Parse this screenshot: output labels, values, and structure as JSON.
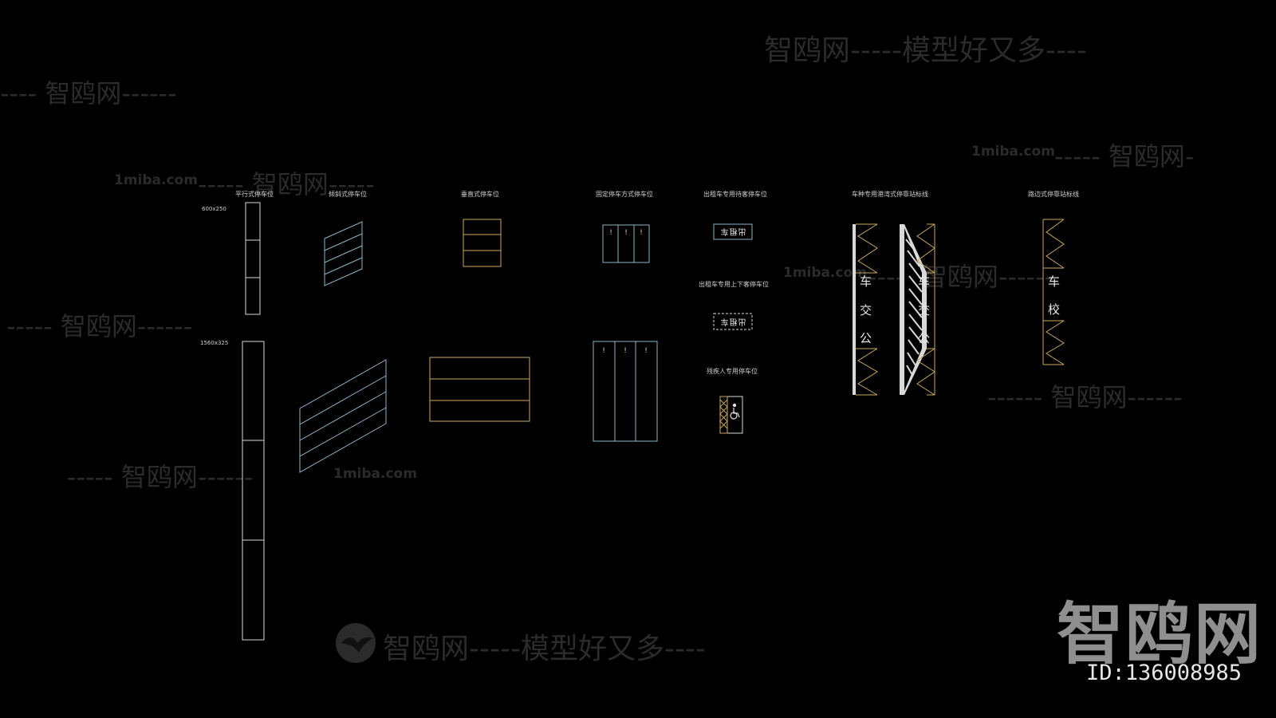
{
  "watermarks": {
    "top_right": "智鸥网-----模型好又多----",
    "upper_left": "---- 智鸥网------",
    "domain_a": "1miba.com",
    "domain_a_tail": "----- 智鸥网-----",
    "domain_b": "1miba.com",
    "domain_b_tail": "----- 智鸥网-",
    "middle_left": "----- 智鸥网------",
    "middle_center": "1miba.com",
    "middle_center_tail": "----- 智鸥网------",
    "right_lower": "------ 智鸥网------",
    "lower_left": "----- 智鸥网------",
    "domain_c": "1miba.com",
    "bottom": "智鸥网-----模型好又多----"
  },
  "logo": {
    "text": "智鸥网",
    "id": "ID:136008985",
    "bird_icon": "seagull-icon"
  },
  "dimensions": {
    "small": "600x250",
    "large": "1560x325"
  },
  "labels": {
    "parallel": "平行式停车位",
    "oblique": "倾斜式停车位",
    "vertical": "垂直式停车位",
    "fixed": "固定停车方式停车位",
    "taxi_wait": "出租车专用待客停车位",
    "taxi_drop": "出租车专用上下客停车位",
    "disabled": "残疾人专用停车位",
    "bus_bay": "车种专用港湾式停靠站标线",
    "roadside": "路边式停靠站标线"
  },
  "marking_text": {
    "taxi": "出租车",
    "bus_chars": [
      "车",
      "交",
      "公"
    ],
    "school_chars": [
      "车",
      "校"
    ]
  },
  "colors": {
    "line_white": "#d9d9d9",
    "line_gold": "#c8a860",
    "line_blue": "#8db4c8"
  }
}
